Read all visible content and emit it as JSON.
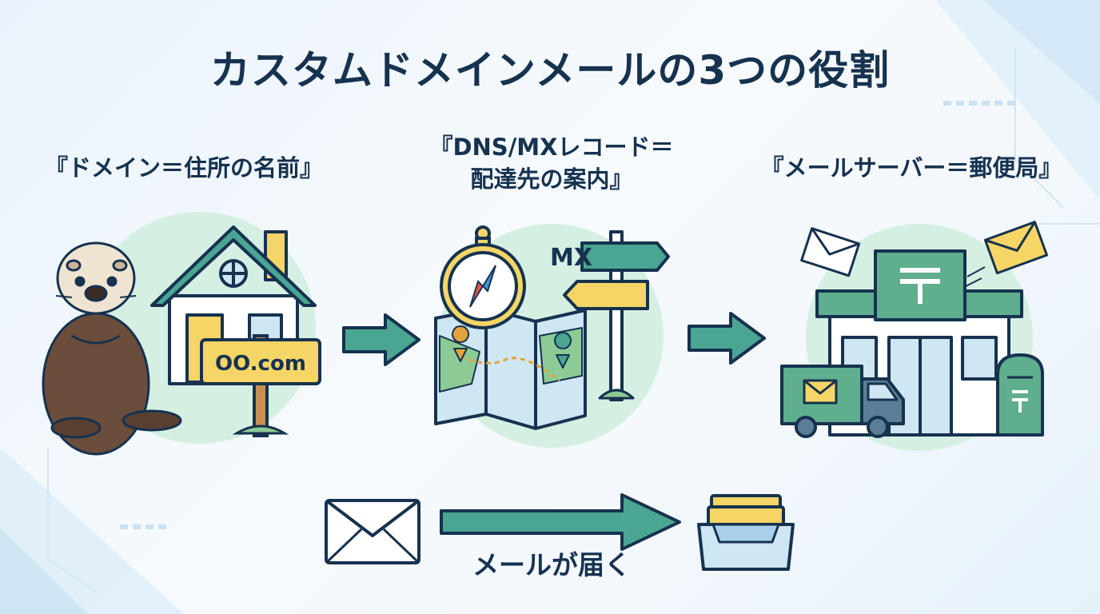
{
  "title": "カスタムドメインメールの3つの役割",
  "roles": [
    {
      "label_lines": [
        "『ドメイン＝住所の名前』"
      ],
      "sign_text": "OO.com"
    },
    {
      "label_lines": [
        "『DNS/MXレコード＝",
        "配達先の案内』"
      ],
      "sign_text": "MX"
    },
    {
      "label_lines": [
        "『メールサーバー＝郵便局』"
      ]
    }
  ],
  "delivery": {
    "label": "メールが届く"
  },
  "colors": {
    "navy": "#16324f",
    "teal": "#4aa593",
    "mint": "#d5efe3",
    "yellow": "#f5d566",
    "post_green": "#5fae8e",
    "light_blue": "#cfe6f3"
  }
}
